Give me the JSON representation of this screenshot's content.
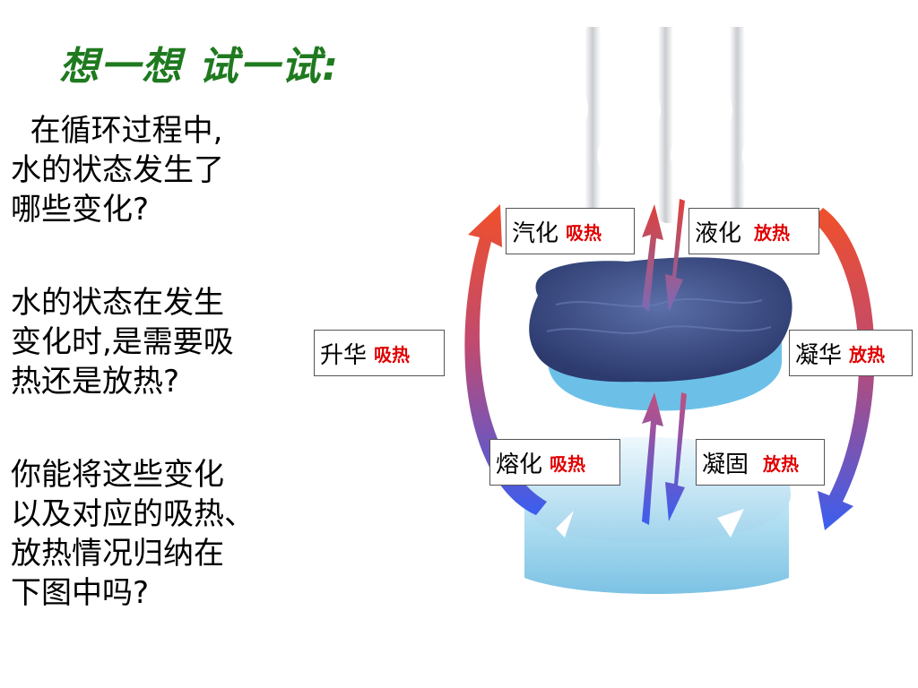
{
  "title": "想一想  试一试:",
  "paragraphs": [
    "  在循环过程中,\n水的状态发生了\n哪些变化?",
    "水的状态在发生\n变化时,是需要吸\n热还是放热?",
    "你能将这些变化\n以及对应的吸热、\n放热情况归纳在\n下图中吗?"
  ],
  "labels": {
    "vaporization": {
      "name": "汽化",
      "heat": "吸热"
    },
    "liquefaction": {
      "name": "液化",
      "heat": "放热"
    },
    "sublimation": {
      "name": "升华",
      "heat": "吸热"
    },
    "desublimation": {
      "name": "凝华",
      "heat": "放热"
    },
    "melting": {
      "name": "熔化",
      "heat": "吸热"
    },
    "solidification": {
      "name": "凝固",
      "heat": "放热"
    }
  },
  "colors": {
    "title": "#1f7a1f",
    "heat_text": "#e00000",
    "arrow_hot": "#f0502a",
    "arrow_cold": "#3a5ef0",
    "water": "#3a4f86",
    "ice": "#bfe6f5"
  }
}
